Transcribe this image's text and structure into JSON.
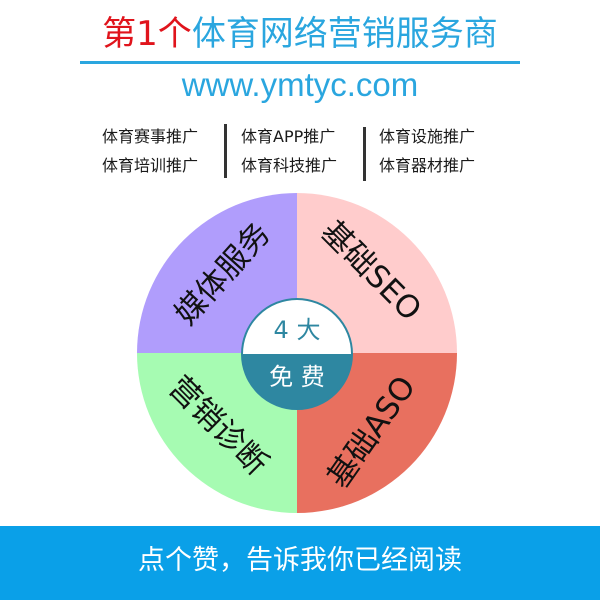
{
  "header": {
    "title_highlight": "第1个",
    "title_rest": "体育网络营销服务商",
    "url": "www.ymtyc.com",
    "colors": {
      "highlight": "#E0141C",
      "primary": "#2AA6DF"
    }
  },
  "services": {
    "columns": [
      {
        "items": [
          "体育赛事推广",
          "体育培训推广"
        ]
      },
      {
        "items": [
          "体育APP推广",
          "体育科技推广"
        ]
      },
      {
        "items": [
          "体育设施推广",
          "体育器材推广"
        ]
      }
    ]
  },
  "wheel": {
    "center_top": "4 大",
    "center_bottom": "免 费",
    "segments": [
      {
        "label": "媒体服务",
        "position": "top-left",
        "color": "#B09DFC"
      },
      {
        "label": "基础SEO",
        "position": "top-right",
        "color": "#FFCCCC"
      },
      {
        "label": "营销诊断",
        "position": "bottom-left",
        "color": "#A6FBB2"
      },
      {
        "label": "基础ASO",
        "position": "bottom-right",
        "color": "#E8705F"
      }
    ],
    "center_color": "#2E87A1"
  },
  "footer": {
    "text": "点个赞，告诉我你已经阅读",
    "color": "#0AA0E8"
  }
}
